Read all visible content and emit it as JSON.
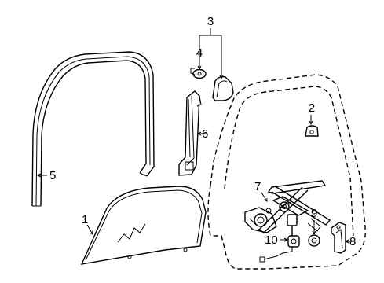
{
  "callouts": [
    {
      "id": "c1",
      "text": "1"
    },
    {
      "id": "c2",
      "text": "2"
    },
    {
      "id": "c3",
      "text": "3"
    },
    {
      "id": "c4",
      "text": "4"
    },
    {
      "id": "c5",
      "text": "5"
    },
    {
      "id": "c6",
      "text": "6"
    },
    {
      "id": "c7",
      "text": "7"
    },
    {
      "id": "c8",
      "text": "8"
    },
    {
      "id": "c9",
      "text": "9"
    },
    {
      "id": "c10",
      "text": "10"
    }
  ],
  "parts": [
    "run-channel-seal",
    "door-glass",
    "glass-channel",
    "clip",
    "cover",
    "hole-plug",
    "window-regulator",
    "regulator-motor",
    "grommet",
    "connector-bracket"
  ]
}
